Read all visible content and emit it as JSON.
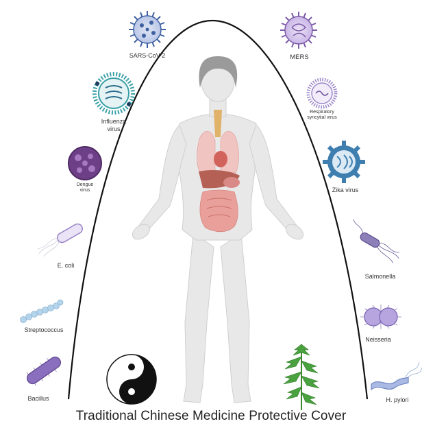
{
  "caption": "Traditional Chinese Medicine Protective Cover",
  "pathogens": [
    {
      "id": "sars",
      "label": "SARS-CoV-2",
      "icon": "coronavirus-icon"
    },
    {
      "id": "mers",
      "label": "MERS",
      "icon": "coronavirus-icon"
    },
    {
      "id": "influenza",
      "label": "Influenza\nvirus",
      "icon": "virus-icon"
    },
    {
      "id": "rsv",
      "label": "Respiratory\nsyncytial virus",
      "icon": "virus-icon"
    },
    {
      "id": "dengue",
      "label": "Dengue\nvirus",
      "icon": "virus-icon"
    },
    {
      "id": "zika",
      "label": "Zika virus",
      "icon": "virus-icon"
    },
    {
      "id": "ecoli",
      "label": "E. coli",
      "icon": "bacterium-icon"
    },
    {
      "id": "salmonella",
      "label": "Salmonella",
      "icon": "bacterium-icon"
    },
    {
      "id": "streptococcus",
      "label": "Streptococcus",
      "icon": "bacterium-chain-icon"
    },
    {
      "id": "neisseria",
      "label": "Neisseria",
      "icon": "diplococcus-icon"
    },
    {
      "id": "bacillus",
      "label": "Bacillus",
      "icon": "bacterium-icon"
    },
    {
      "id": "hpylori",
      "label": "H. pylori",
      "icon": "bacterium-icon"
    }
  ],
  "colors": {
    "arc": "#111111",
    "body": "#e6e6e6",
    "organs": "#e08a86",
    "virus_blue": "#3e5fa0",
    "virus_purple": "#7b5aa6",
    "virus_teal": "#3aa0a8",
    "bacteria_purple": "#9b86c9",
    "bacteria_blue": "#9cc1e0",
    "herb_green": "#3f9a3a"
  }
}
